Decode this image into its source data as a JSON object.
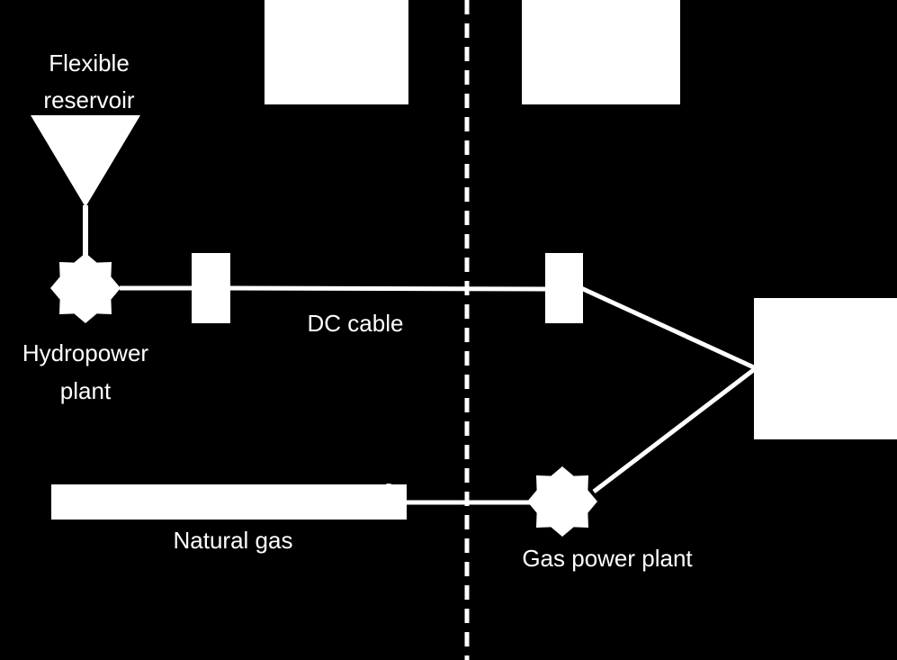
{
  "colors": {
    "background": "#000000",
    "foreground": "#ffffff"
  },
  "labels": {
    "reservoir_line1": "Flexible",
    "reservoir_line2": "reservoir",
    "hydro_line1": "Hydropower",
    "hydro_line2": "plant",
    "dc_cable": "DC cable",
    "natural_gas": "Natural gas",
    "gas_plant": "Gas power plant"
  }
}
